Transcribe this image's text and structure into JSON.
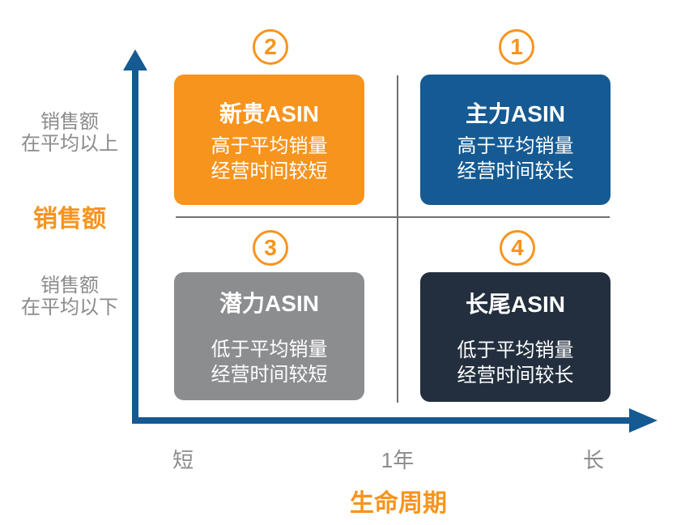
{
  "diagram": {
    "type": "quadrant-matrix",
    "x_axis": {
      "title": "生命周期",
      "tick_left": "短",
      "tick_middle": "1年",
      "tick_right": "长"
    },
    "y_axis": {
      "title": "销售额",
      "label_above_line1": "销售额",
      "label_above_line2": "在平均以上",
      "label_below_line1": "销售额",
      "label_below_line2": "在平均以下"
    },
    "quadrants": [
      {
        "number": "2",
        "title": "新贵ASIN",
        "line1": "高于平均销量",
        "line2": "经营时间较短",
        "color": "#F7941E"
      },
      {
        "number": "1",
        "title": "主力ASIN",
        "line1": "高于平均销量",
        "line2": "经营时间较长",
        "color": "#155A92"
      },
      {
        "number": "3",
        "title": "潜力ASIN",
        "line1": "低于平均销量",
        "line2": "经营时间较短",
        "color": "#8C8D8F"
      },
      {
        "number": "4",
        "title": "长尾ASIN",
        "line1": "低于平均销量",
        "line2": "经营时间较长",
        "color": "#232F3E"
      }
    ]
  },
  "colors": {
    "axis_blue": "#155A92",
    "accent_orange": "#F7941E",
    "divider_gray": "#6E6F71",
    "label_gray": "#8A8B8D",
    "card_text": "#FFFFFF"
  }
}
